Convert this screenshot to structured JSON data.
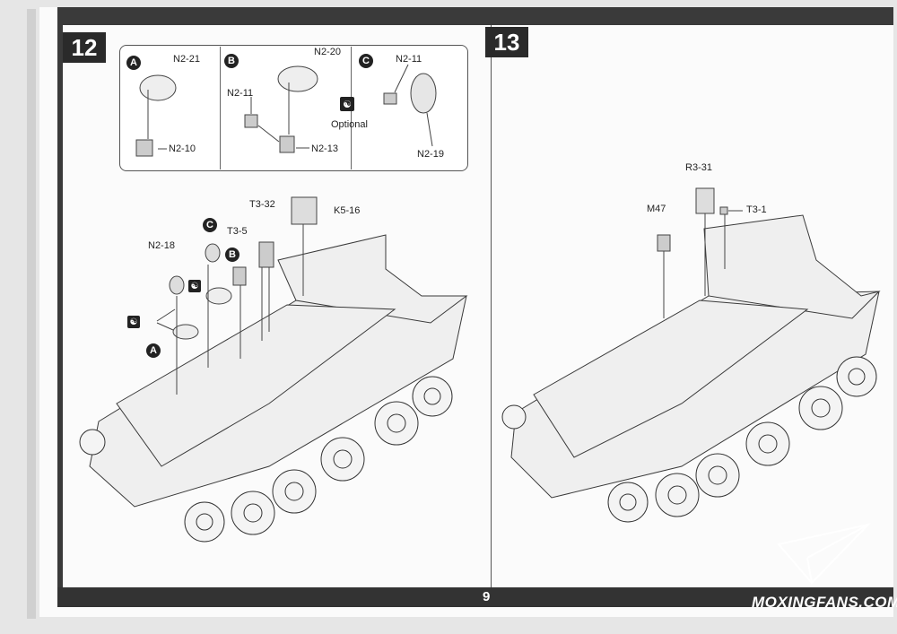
{
  "step12": {
    "number": "12",
    "callouts": {
      "A": {
        "letter": "A",
        "part_top": "N2-21",
        "part_bottom": "N2-10"
      },
      "B": {
        "letter": "B",
        "part_top": "N2-20",
        "part_left": "N2-11",
        "part_bottom": "N2-13",
        "optional_label": "Optional"
      },
      "C": {
        "letter": "C",
        "part_top": "N2-11",
        "part_bottom": "N2-19"
      }
    },
    "main_labels": {
      "n2_18": "N2-18",
      "t3_5": "T3-5",
      "t3_32": "T3-32",
      "k5_16": "K5-16",
      "c": "C",
      "b": "B",
      "a": "A"
    }
  },
  "step13": {
    "number": "13",
    "labels": {
      "r3_31": "R3-31",
      "m47": "M47",
      "t3_1": "T3-1"
    }
  },
  "footer": {
    "page_number": "9",
    "watermark": "MOXINGFANS.COM"
  },
  "icons": [
    "optional-yin-yang-icon",
    "paper-plane-logo-icon"
  ]
}
